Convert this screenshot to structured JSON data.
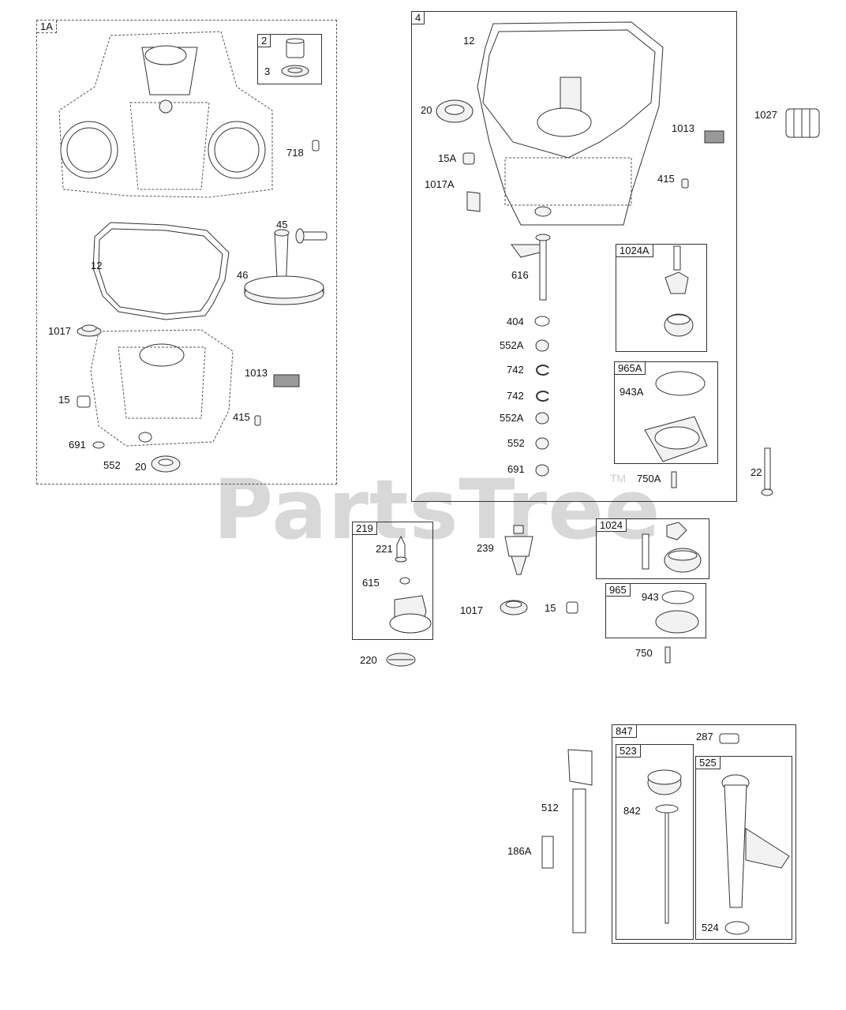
{
  "watermark": "PartsTree",
  "trademark": "TM",
  "groups": {
    "g1A": "1A",
    "g2": "2",
    "g4": "4",
    "g1024A": "1024A",
    "g965A": "965A",
    "g219": "219",
    "g1024": "1024",
    "g965": "965",
    "g847": "847",
    "g523": "523",
    "g525": "525"
  },
  "callouts": {
    "c3": "3",
    "c718": "718",
    "c45": "45",
    "c12a": "12",
    "c46": "46",
    "c1017a": "1017",
    "c1013a": "1013",
    "c15a": "15",
    "c415a": "415",
    "c691a": "691",
    "c552a": "552",
    "c20a": "20",
    "c12b": "12",
    "c20b": "20",
    "c15A": "15A",
    "c1017A": "1017A",
    "c1013b": "1013",
    "c415b": "415",
    "c1027": "1027",
    "c616": "616",
    "c404": "404",
    "c552A1": "552A",
    "c742a": "742",
    "c742b": "742",
    "c552A2": "552A",
    "c552b": "552",
    "c691b": "691",
    "c943A": "943A",
    "c750A": "750A",
    "c22": "22",
    "c221": "221",
    "c615": "615",
    "c239": "239",
    "c1017b": "1017",
    "c15b": "15",
    "c943": "943",
    "c750": "750",
    "c220": "220",
    "c287": "287",
    "c512": "512",
    "c186A": "186A",
    "c842": "842",
    "c524": "524"
  }
}
